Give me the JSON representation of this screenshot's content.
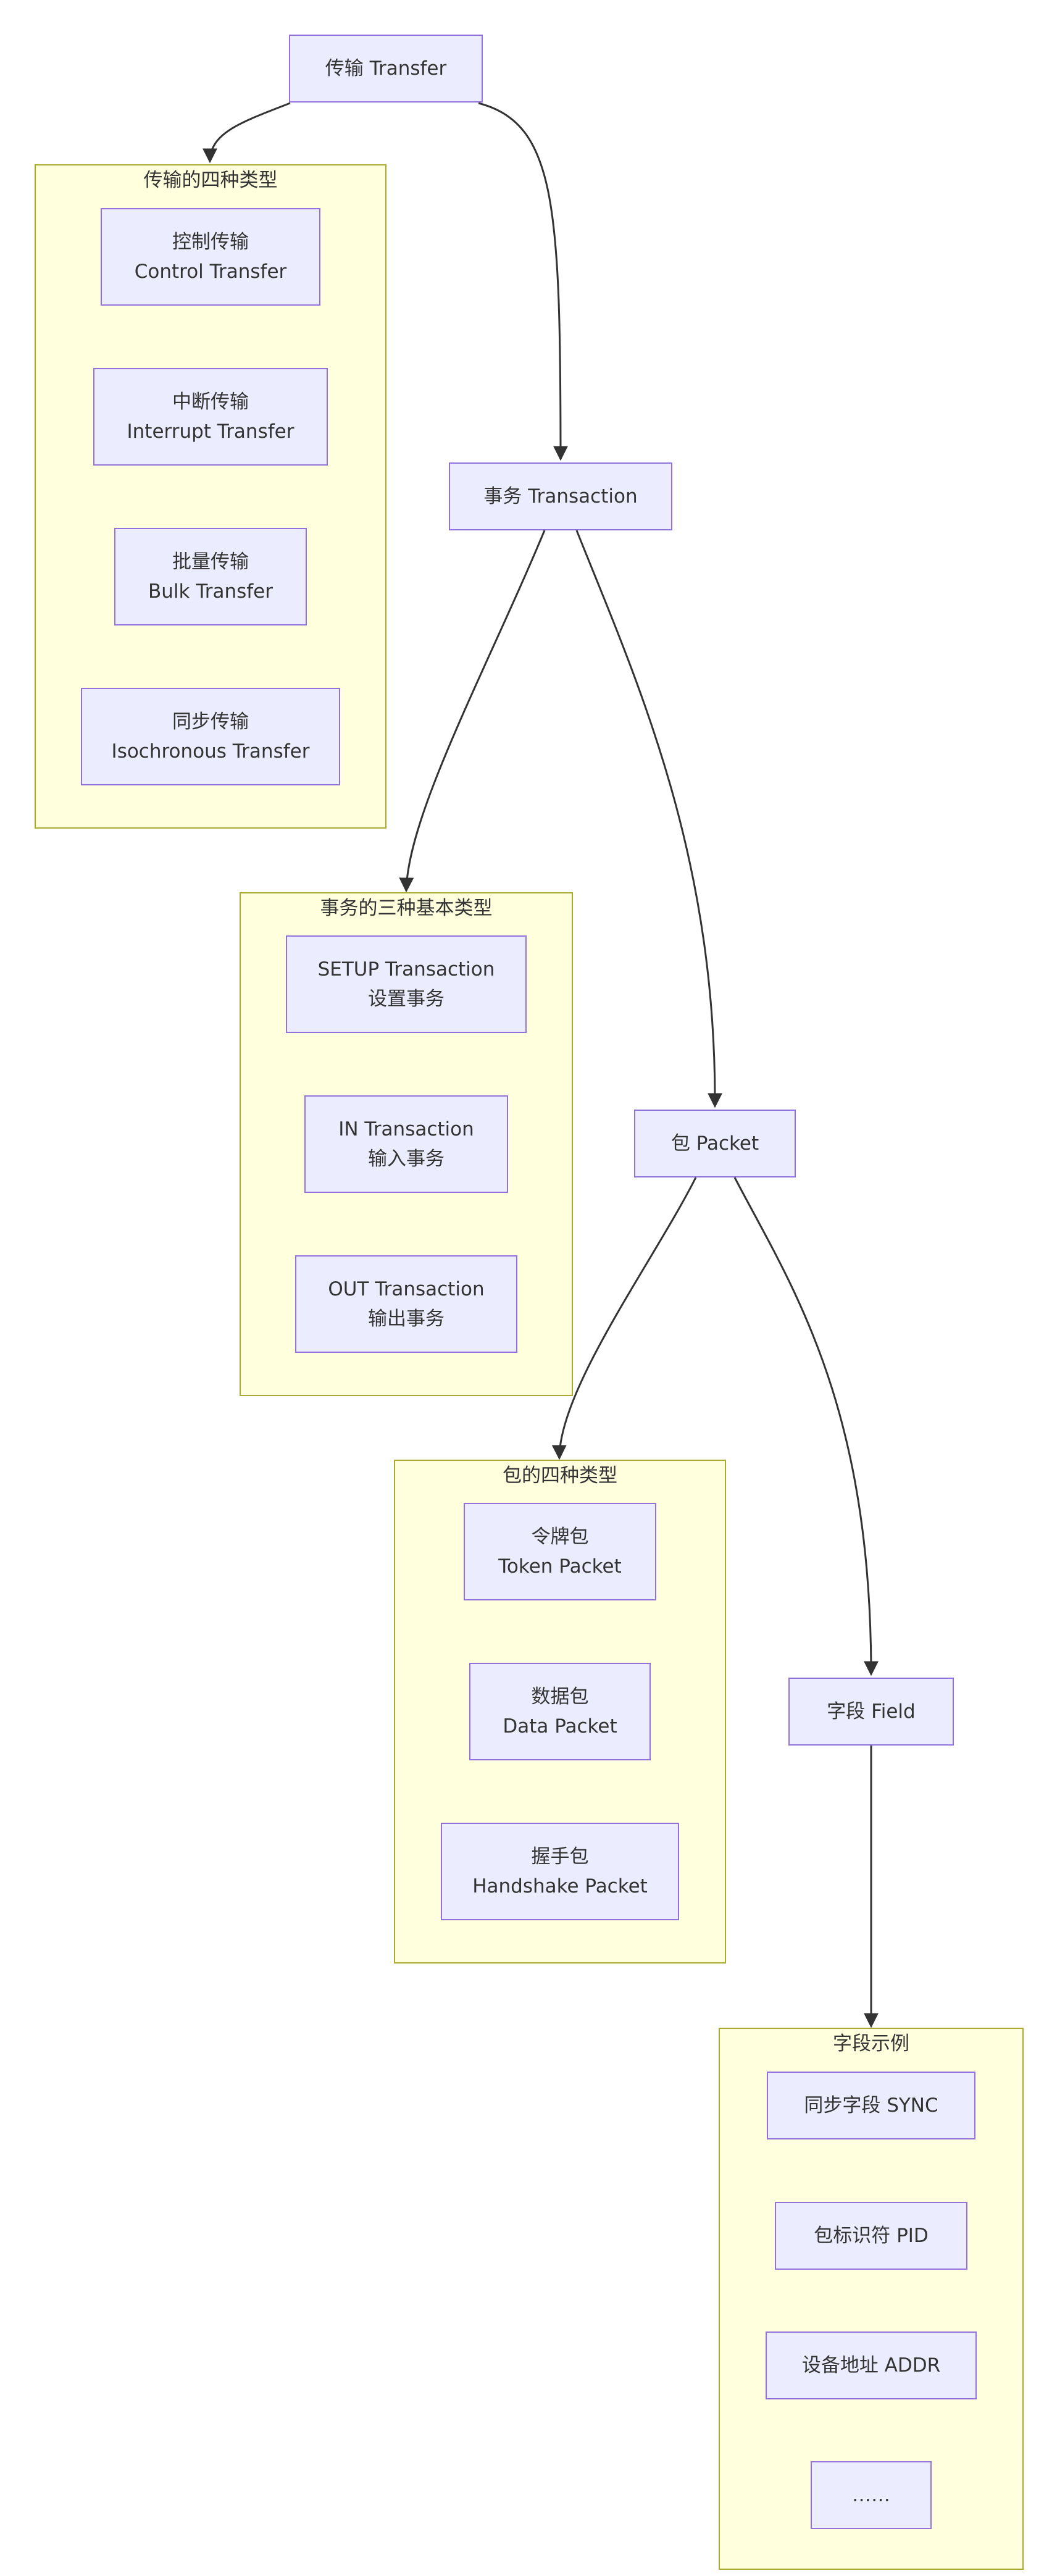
{
  "main_nodes": {
    "transfer": "传输 Transfer",
    "transaction": "事务 Transaction",
    "packet": "包 Packet",
    "field": "字段 Field"
  },
  "clusters": {
    "transfer_types": {
      "title": "传输的四种类型",
      "items": [
        {
          "line1": "控制传输",
          "line2": "Control Transfer"
        },
        {
          "line1": "中断传输",
          "line2": "Interrupt Transfer"
        },
        {
          "line1": "批量传输",
          "line2": "Bulk Transfer"
        },
        {
          "line1": "同步传输",
          "line2": "Isochronous Transfer"
        }
      ]
    },
    "transaction_types": {
      "title": "事务的三种基本类型",
      "items": [
        {
          "line1": "SETUP Transaction",
          "line2": "设置事务"
        },
        {
          "line1": "IN Transaction",
          "line2": "输入事务"
        },
        {
          "line1": "OUT Transaction",
          "line2": "输出事务"
        }
      ]
    },
    "packet_types": {
      "title": "包的四种类型",
      "items": [
        {
          "line1": "令牌包",
          "line2": "Token Packet"
        },
        {
          "line1": "数据包",
          "line2": "Data Packet"
        },
        {
          "line1": "握手包",
          "line2": "Handshake Packet"
        }
      ]
    },
    "field_examples": {
      "title": "字段示例",
      "items": [
        {
          "line1": "同步字段 SYNC"
        },
        {
          "line1": "包标识符 PID"
        },
        {
          "line1": "设备地址 ADDR"
        },
        {
          "line1": "……"
        }
      ]
    }
  },
  "colors": {
    "node_fill": "#ECECFF",
    "node_stroke": "#9370DB",
    "cluster_fill": "#FFFFDE",
    "cluster_stroke": "#AAAA33",
    "edge": "#333333"
  }
}
